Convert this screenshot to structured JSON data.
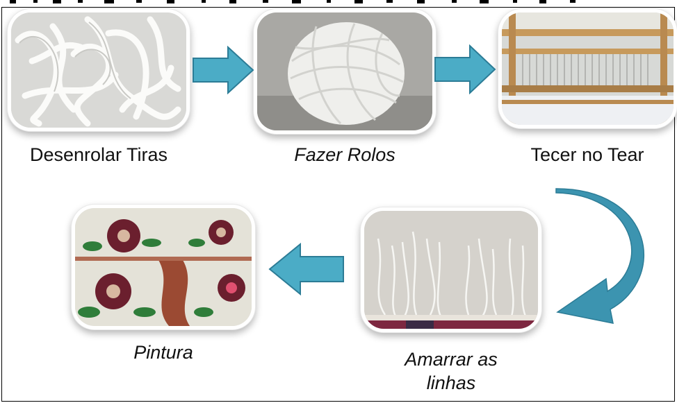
{
  "steps": {
    "s1": "Desenrolar Tiras",
    "s2": "Fazer Rolos",
    "s3": "Tecer no Tear",
    "s4_line1": "Amarrar as",
    "s4_line2": "linhas",
    "s5": "Pintura"
  },
  "colors": {
    "arrow_fill": "#4bacc6",
    "arrow_stroke": "#2c7c96",
    "curved_arrow": "#3c94b0"
  },
  "icons": {
    "arrow": "right-arrow-icon",
    "back_arrow": "left-arrow-icon",
    "curve": "curved-arrow-icon"
  }
}
